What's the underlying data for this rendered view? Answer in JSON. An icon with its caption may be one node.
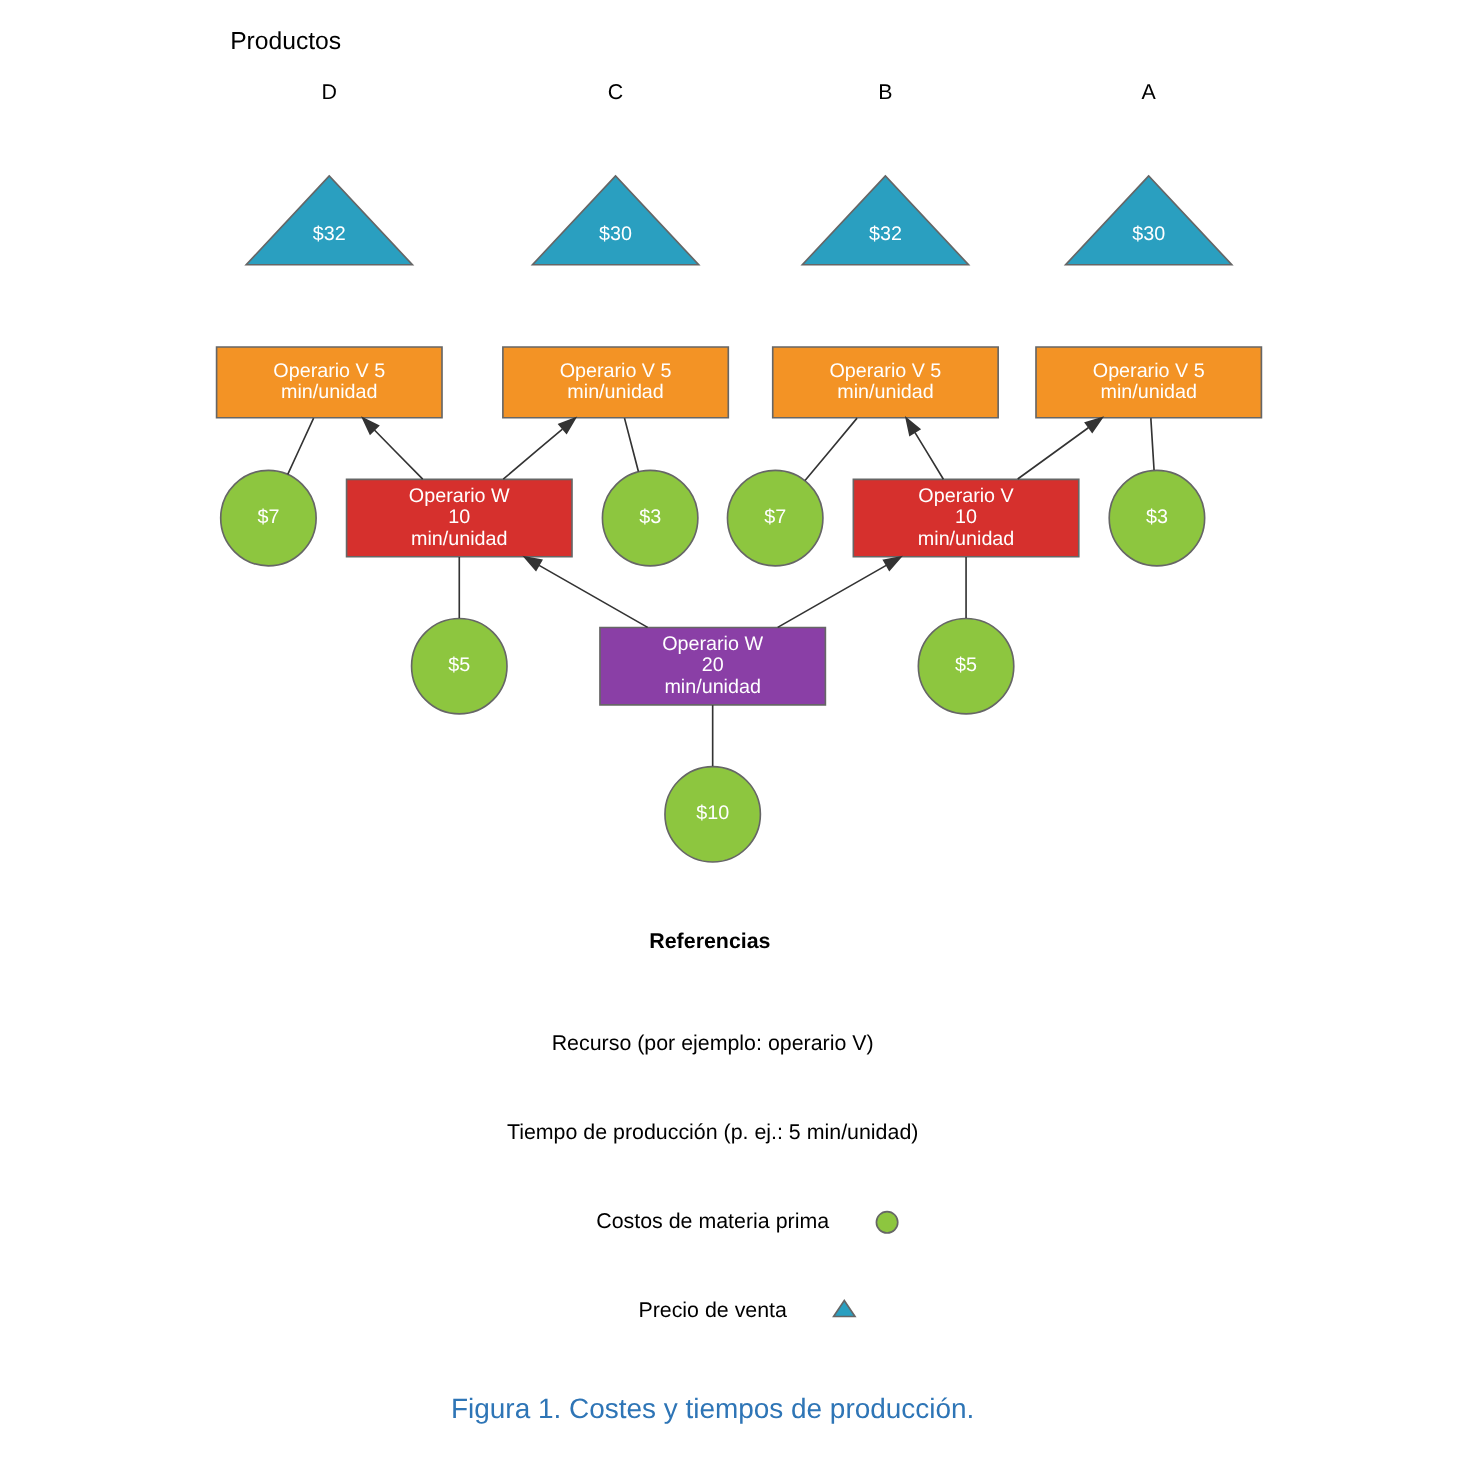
{
  "diagram": {
    "title": "Productos",
    "caption": "Figura 1. Costes y tiempos de producción.",
    "nodes": [
      {
        "text": [
          "$30"
        ],
        "beside": [
          "A"
        ]
      },
      {
        "text": [
          "$32"
        ],
        "beside": [
          "B"
        ]
      },
      {
        "text": [
          "$30"
        ],
        "beside": [
          "C"
        ]
      },
      {
        "text": [
          "$32"
        ],
        "beside": [
          "D"
        ]
      },
      {
        "text": [
          "Operario V 5 min/unidad"
        ]
      },
      {
        "text": [
          "Operario V 5 min/unidad"
        ]
      },
      {
        "text": [
          "Operario V 5 min/unidad"
        ]
      },
      {
        "text": [
          "Operario V 5 min/unidad"
        ]
      },
      {
        "text": [
          "$3"
        ]
      },
      {
        "text": [
          "$7"
        ]
      },
      {
        "text": [
          "$3"
        ]
      },
      {
        "text": [
          "$7"
        ]
      },
      {
        "text": [
          "Operario V 10 min/unidad"
        ]
      },
      {
        "text": [
          "Operario W 10 min/unidad"
        ]
      },
      {
        "text": [
          "$5"
        ]
      },
      {
        "text": [
          "$5"
        ]
      },
      {
        "text": [
          "Operario W 20 min/unidad"
        ]
      },
      {
        "text": [
          "$10"
        ]
      }
    ],
    "edges": [
      {
        "from": 4,
        "to": 8,
        "arrow": "none"
      },
      {
        "from": 5,
        "to": 9,
        "arrow": "none"
      },
      {
        "from": 6,
        "to": 10,
        "arrow": "none"
      },
      {
        "from": 7,
        "to": 11,
        "arrow": "none"
      },
      {
        "from": 12,
        "to": 4,
        "arrow": "to"
      },
      {
        "from": 12,
        "to": 5,
        "arrow": "to"
      },
      {
        "from": 13,
        "to": 6,
        "arrow": "to"
      },
      {
        "from": 13,
        "to": 7,
        "arrow": "to"
      },
      {
        "from": 12,
        "to": 14,
        "arrow": "none"
      },
      {
        "from": 13,
        "to": 15,
        "arrow": "none"
      },
      {
        "from": 16,
        "to": 12,
        "arrow": "to"
      },
      {
        "from": 16,
        "to": 13,
        "arrow": "to"
      },
      {
        "from": 16,
        "to": 17,
        "arrow": "none"
      }
    ],
    "labels": [
      "Referencias"
    ],
    "legend": [
      {
        "text": "Recurso (por ejemplo: operario V)"
      },
      {
        "text": "Tiempo de producción (p. ej.: 5 min/unidad)"
      },
      {
        "text": "Costos de materia prima"
      },
      {
        "text": "Precio de venta"
      }
    ]
  }
}
